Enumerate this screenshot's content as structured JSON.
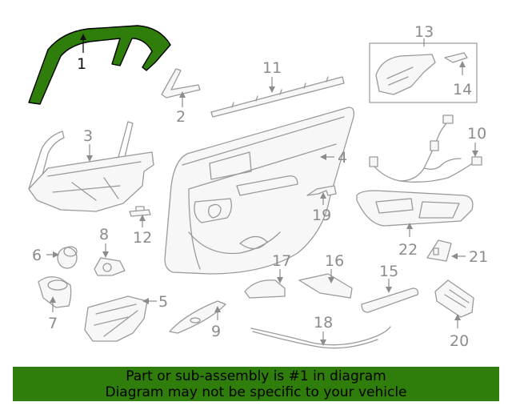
{
  "callouts": {
    "c1": "1",
    "c2": "2",
    "c3": "3",
    "c4": "4",
    "c5": "5",
    "c6": "6",
    "c7": "7",
    "c8": "8",
    "c9": "9",
    "c10": "10",
    "c11": "11",
    "c12": "12",
    "c13": "13",
    "c14": "14",
    "c15": "15",
    "c16": "16",
    "c17": "17",
    "c18": "18",
    "c19": "19",
    "c20": "20",
    "c21": "21",
    "c22": "22"
  },
  "colors": {
    "highlight_part": "#2f7d0a",
    "banner_background": "#2f7d0a",
    "callout_text": "#8c8c8c"
  },
  "banner": {
    "line1": "Part or sub-assembly is #1 in diagram",
    "line2": "Diagram may not be specific to your vehicle"
  }
}
